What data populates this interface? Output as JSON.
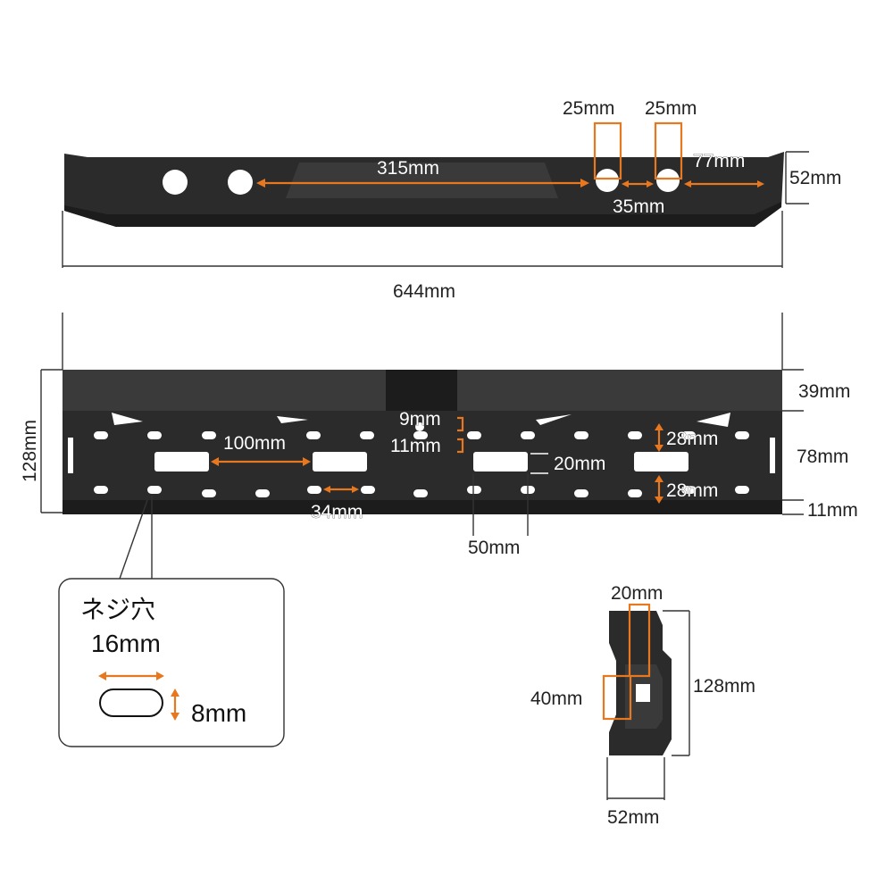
{
  "top_view": {
    "hole_width_1": "25mm",
    "hole_width_2": "25mm",
    "span": "315mm",
    "right_offset": "77mm",
    "hole_gap": "35mm",
    "height": "52mm",
    "total_length": "644mm"
  },
  "front_view": {
    "height_total": "128mm",
    "top_band": "39mm",
    "mid_band": "78mm",
    "bottom_band": "11mm",
    "slot_spacing": "100mm",
    "small_gap": "34mm",
    "dim_9": "9mm",
    "dim_11": "11mm",
    "dim_20": "20mm",
    "dim_28_upper": "28mm",
    "dim_28_lower": "28mm",
    "dim_50": "50mm"
  },
  "screw_hole": {
    "title": "ネジ穴",
    "width": "16mm",
    "height": "8mm"
  },
  "side_view": {
    "top_width": "20mm",
    "inner_height": "40mm",
    "height": "128mm",
    "depth": "52mm"
  },
  "colors": {
    "accent": "#e8781f",
    "metal": "#2b2b2b"
  }
}
